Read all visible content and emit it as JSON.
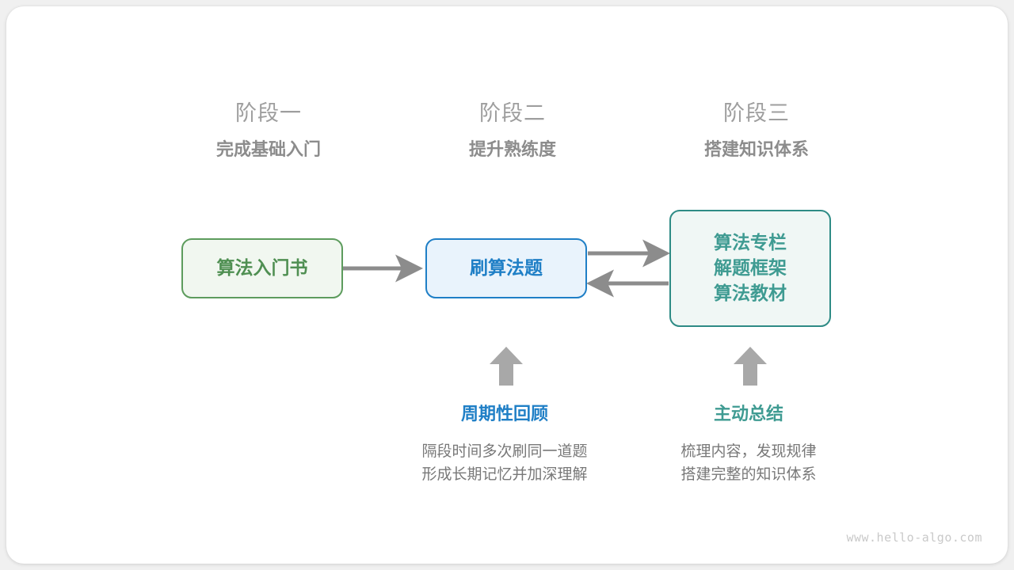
{
  "canvas": {
    "background": "#f0f0f0",
    "card_background": "#ffffff"
  },
  "stages": [
    {
      "phase": "阶段一",
      "goal": "完成基础入门"
    },
    {
      "phase": "阶段二",
      "goal": "提升熟练度"
    },
    {
      "phase": "阶段三",
      "goal": "搭建知识体系"
    }
  ],
  "nodes": {
    "book": {
      "label": "算法入门书",
      "border_color": "#5d9c5d",
      "fill_color": "#f1f7f0",
      "text_color": "#4f8f52"
    },
    "practice": {
      "label": "刷算法题",
      "border_color": "#1f7fc6",
      "fill_color": "#e9f3fc",
      "text_color": "#1f7fc6"
    },
    "resources": {
      "lines": [
        "算法专栏",
        "解题框架",
        "算法教材"
      ],
      "border_color": "#2e8b85",
      "fill_color": "#f0f7f5",
      "text_color": "#3f9b92"
    }
  },
  "connectors": [
    {
      "name": "book-to-practice",
      "from": "book",
      "to": "practice",
      "direction": "right",
      "color": "#8c8c8c"
    },
    {
      "name": "practice-to-resources",
      "from": "practice",
      "to": "resources",
      "direction": "right",
      "color": "#8c8c8c"
    },
    {
      "name": "resources-to-practice",
      "from": "resources",
      "to": "practice",
      "direction": "left",
      "color": "#8c8c8c"
    },
    {
      "name": "review-up-arrow",
      "from": "review",
      "to": "practice",
      "direction": "up",
      "color": "#a8a8a8"
    },
    {
      "name": "summary-up-arrow",
      "from": "summary",
      "to": "resources",
      "direction": "up",
      "color": "#a8a8a8"
    }
  ],
  "notes": {
    "review": {
      "title": "周期性回顾",
      "title_color": "#1f7fc6",
      "desc_lines": [
        "隔段时间多次刷同一道题",
        "形成长期记忆并加深理解"
      ]
    },
    "summary": {
      "title": "主动总结",
      "title_color": "#3f9b92",
      "desc_lines": [
        "梳理内容，发现规律",
        "搭建完整的知识体系"
      ]
    }
  },
  "watermark": "www.hello-algo.com"
}
